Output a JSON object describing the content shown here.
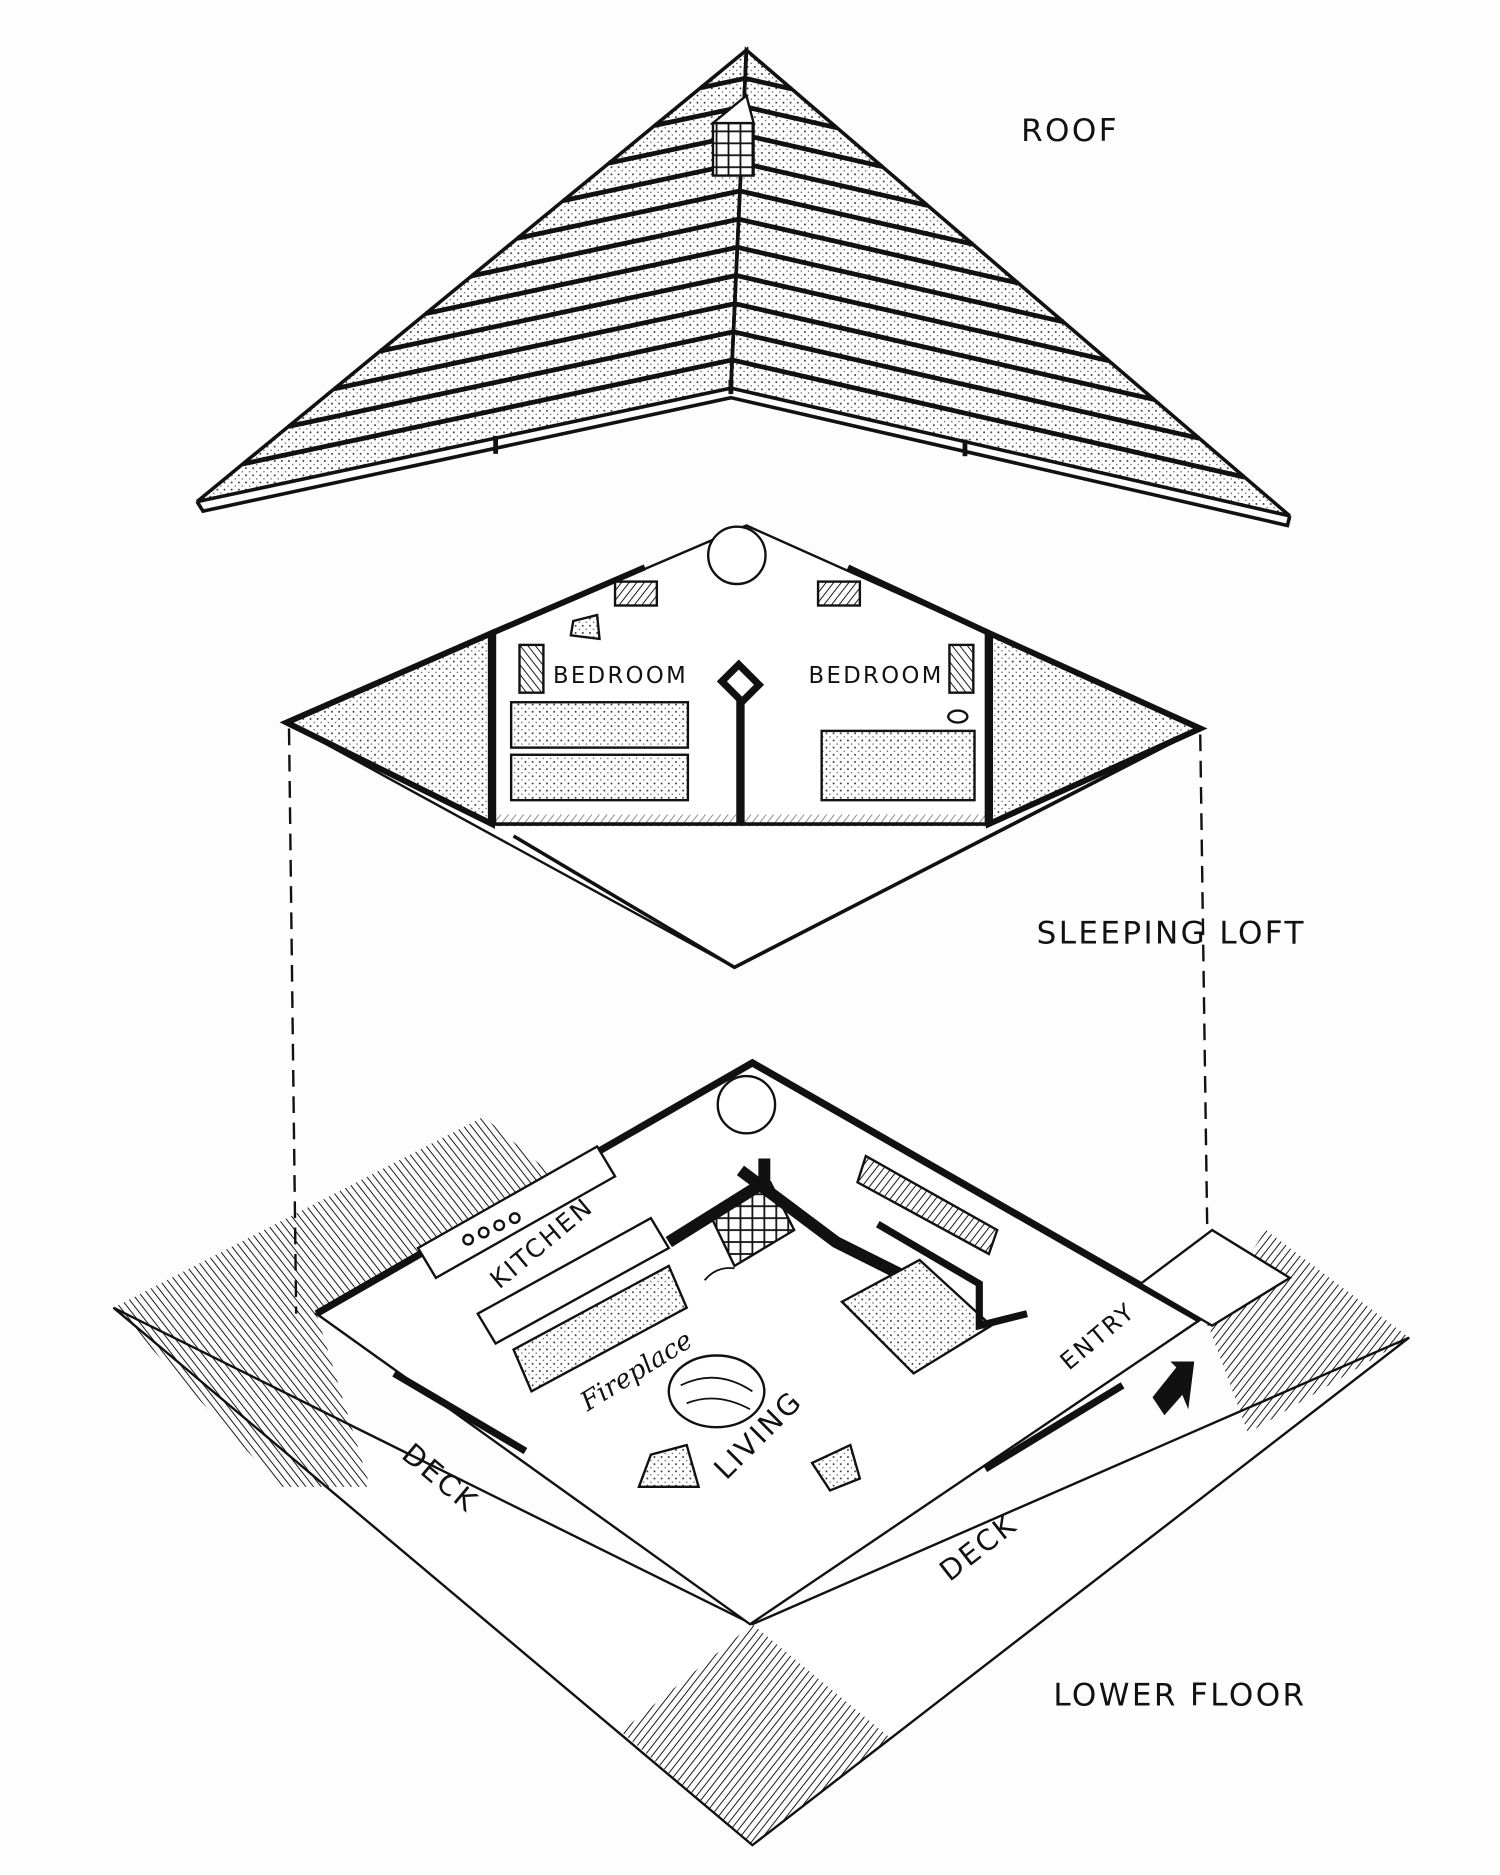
{
  "labels": {
    "roof": "ROOF",
    "sleeping_loft": "SLEEPING LOFT",
    "lower_floor": "LOWER FLOOR"
  },
  "loft_rooms": [
    "BEDROOM",
    "BEDROOM"
  ],
  "lower_rooms": {
    "kitchen": "KITCHEN",
    "fireplace": "Fireplace",
    "living": "LIVING",
    "entry": "ENTRY",
    "deck_left": "DECK",
    "deck_right": "DECK"
  },
  "colors": {
    "ink": "#111111",
    "paper": "#fdfdfd"
  }
}
